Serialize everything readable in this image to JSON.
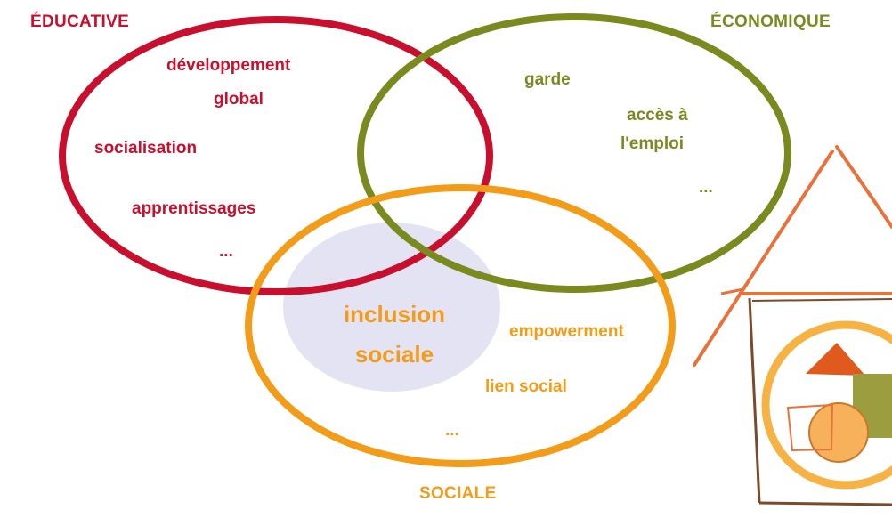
{
  "circles": {
    "educative": {
      "title": "ÉDUCATIVE",
      "color": "#c8102e",
      "items": [
        "développement",
        "global",
        "socialisation",
        "apprentissages",
        "..."
      ]
    },
    "economique": {
      "title": "ÉCONOMIQUE",
      "color": "#7a8a1f",
      "items": [
        "garde",
        "accès à",
        "l'emploi",
        "..."
      ]
    },
    "sociale": {
      "title": "SOCIALE",
      "color": "#f39c1a",
      "items": [
        "empowerment",
        "lien social",
        "..."
      ]
    }
  },
  "center": {
    "line1": "inclusion",
    "line2": "sociale",
    "highlight_color": "#dcdcf0"
  },
  "illustration": {
    "icon": "house-drawing-icon",
    "colors": [
      "#e8723a",
      "#f5a623",
      "#9b9d3e",
      "#7a4a2a"
    ]
  }
}
